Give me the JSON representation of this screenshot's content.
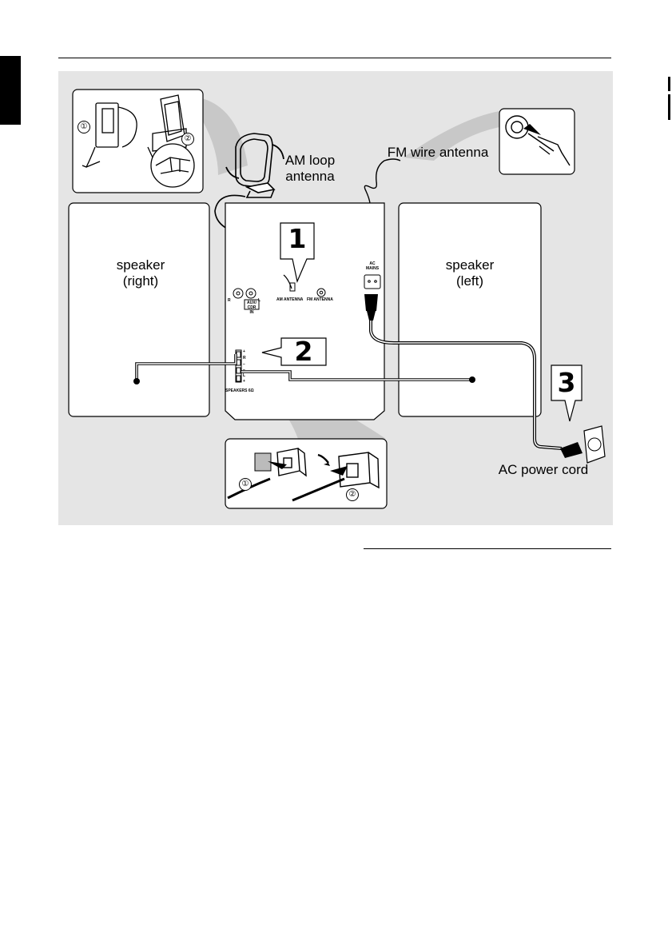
{
  "diagram": {
    "labels": {
      "am_loop_antenna": "AM loop\nantenna",
      "fm_wire_antenna": "FM wire antenna",
      "speaker_right": "speaker\n(right)",
      "speaker_left": "speaker\n(left)",
      "ac_power_cord": "AC power cord"
    },
    "panel_text": {
      "am_antenna": "AM ANTENNA",
      "fm_antenna": "FM ANTENNA",
      "ac_mains": "AC\nMAINS",
      "aux_cdr_in": "AUX/\nCDR IN",
      "aux_r": "R",
      "aux_l": "L",
      "speakers": "SPEAKERS 6Ω",
      "term_plus_top": "+",
      "term_r": "R",
      "term_minus_1": "−",
      "term_minus_2": "−",
      "term_l": "L",
      "term_plus_bottom": "+"
    },
    "steps": [
      "1",
      "2",
      "3"
    ],
    "substeps": [
      "①",
      "②"
    ]
  }
}
